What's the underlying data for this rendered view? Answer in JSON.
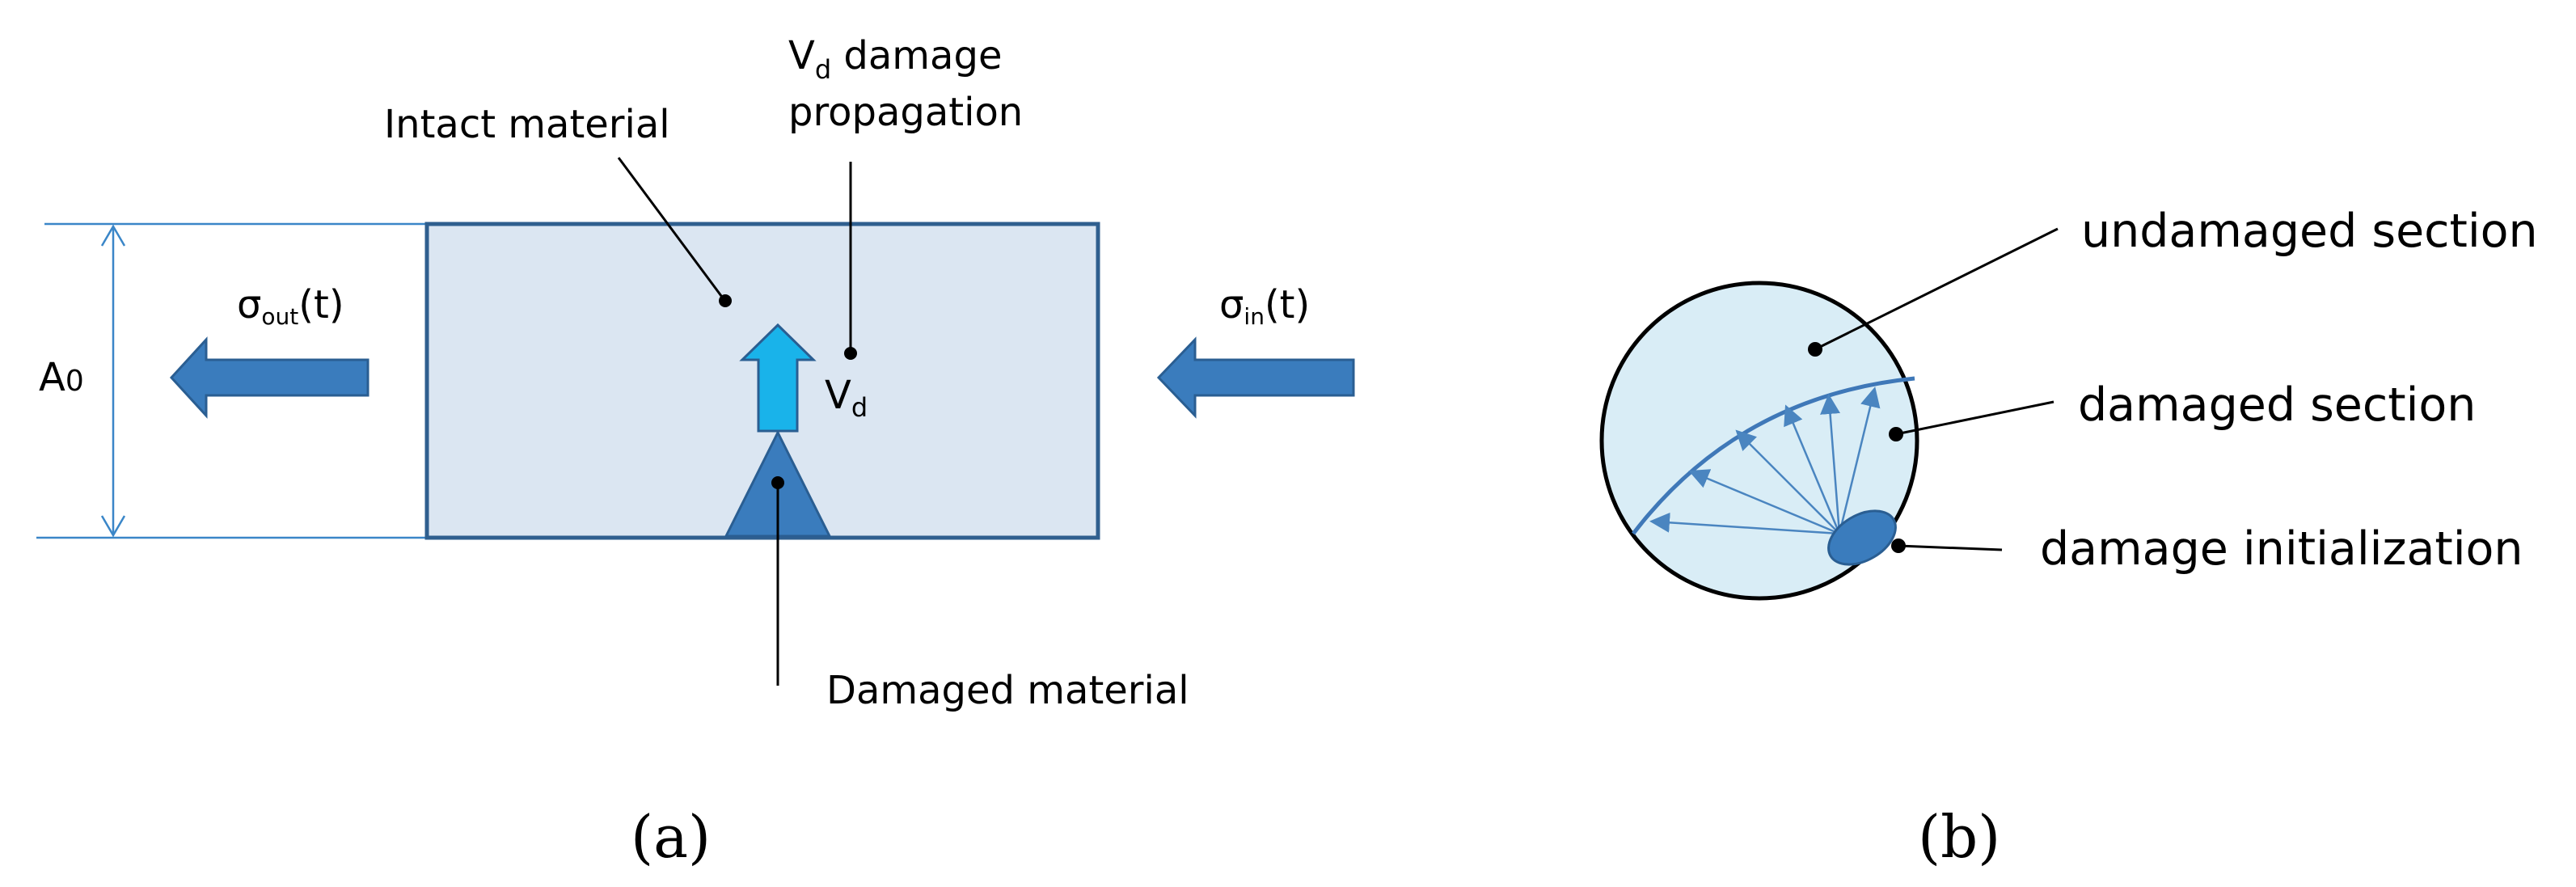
{
  "panel_a": {
    "caption": "(a)",
    "intact_label": "Intact material",
    "vd_top_main": "V",
    "vd_top_sub": "d",
    "vd_top_rest": " damage",
    "vd_top_line2": "propagation",
    "sigma_out_main": "σ",
    "sigma_out_sub": "out",
    "sigma_out_rest": "(t)",
    "sigma_in_main": "σ",
    "sigma_in_sub": "in",
    "sigma_in_rest": "(t)",
    "a0_main": "A",
    "a0_sub": "0",
    "vd_main": "V",
    "vd_sub": "d",
    "damaged_label": "Damaged material"
  },
  "panel_b": {
    "caption": "(b)",
    "undamaged_label": "undamaged section",
    "damaged_label": "damaged section",
    "init_label": "damage initialization"
  },
  "colors": {
    "block_fill": "#dbe6f2",
    "block_stroke": "#2f5f8f",
    "arrow_blue": "#3a7cbd",
    "arrow_light": "#19b3ea",
    "dim_line": "#3a86c8",
    "circle_fill": "#d9edf6"
  }
}
